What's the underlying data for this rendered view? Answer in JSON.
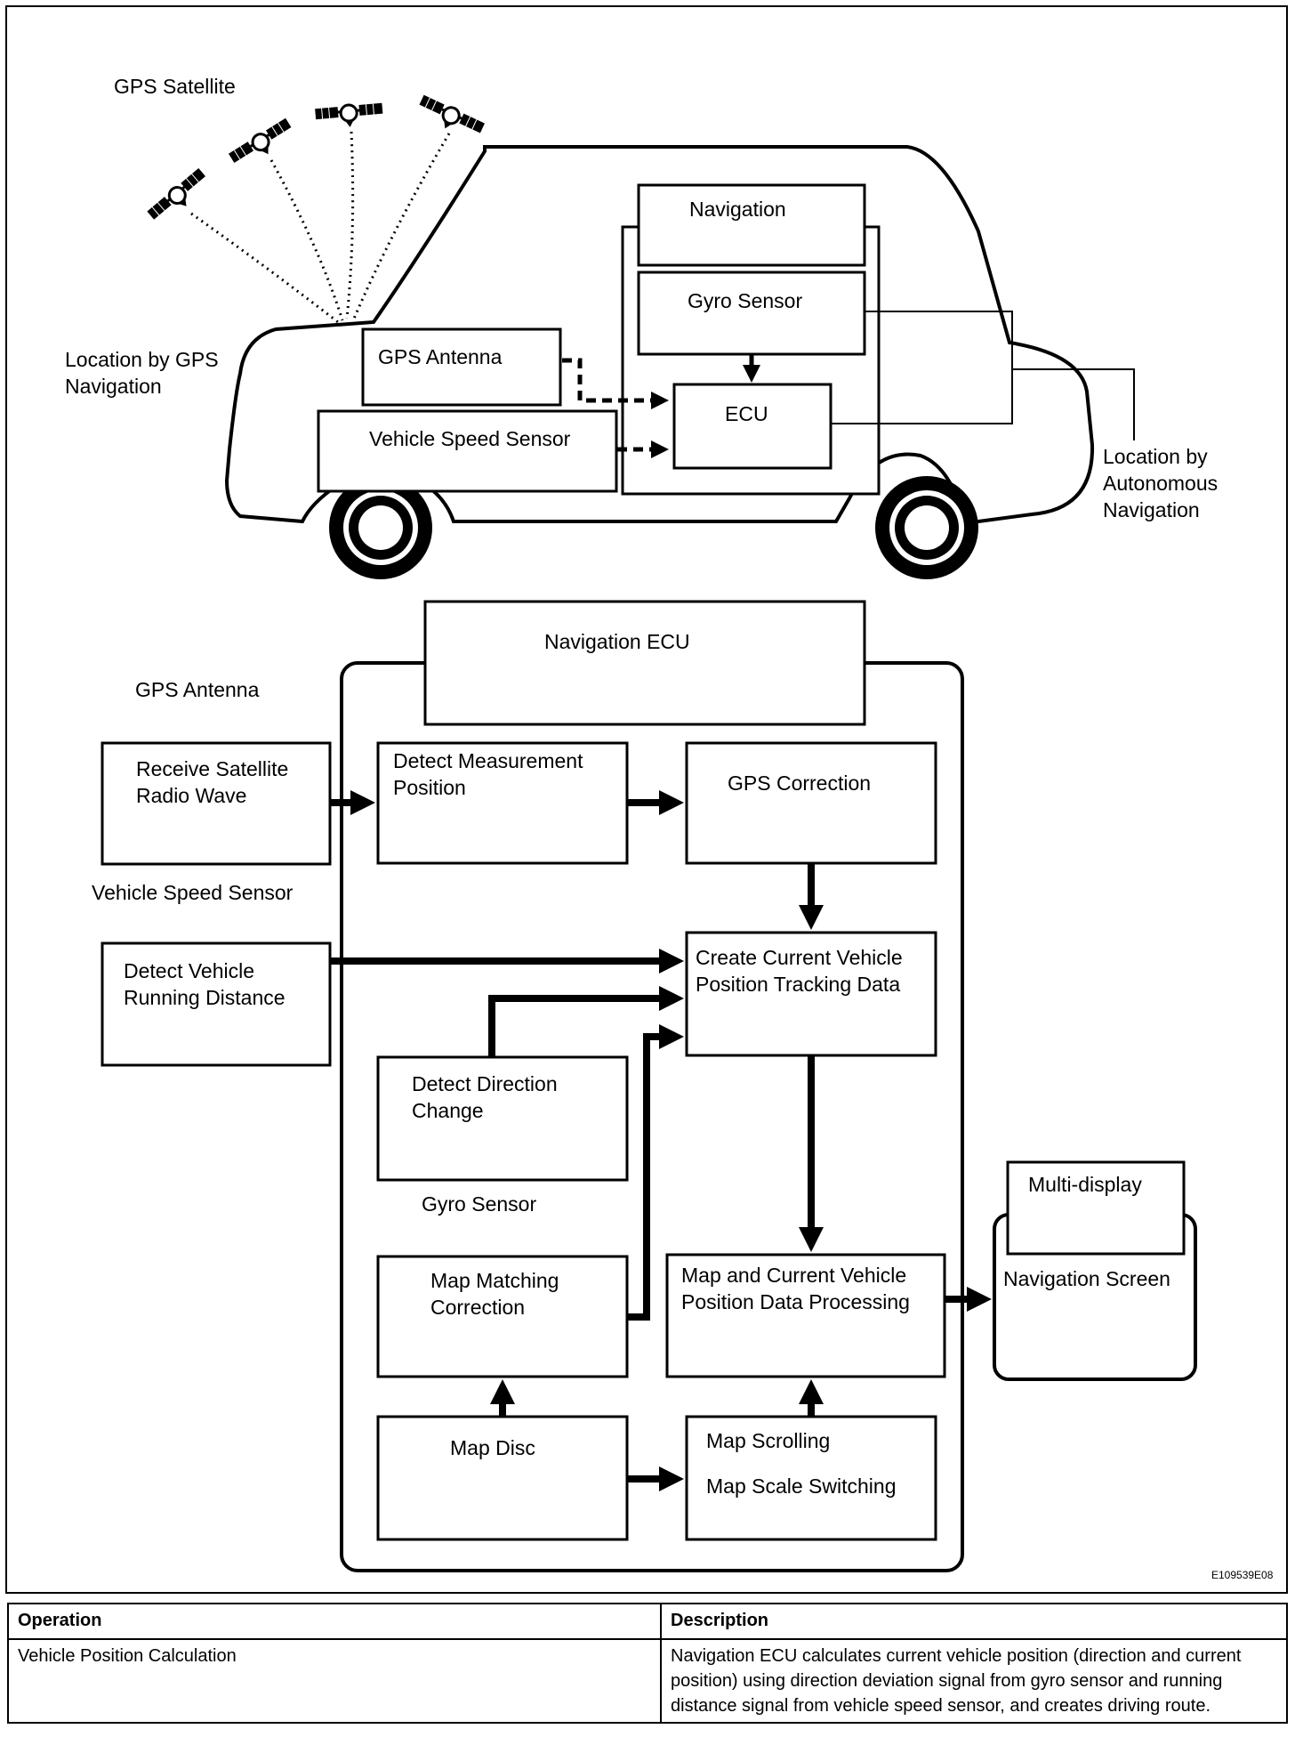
{
  "diagram": {
    "top": {
      "gps_satellite": "GPS Satellite",
      "location_by_gps": "Location by GPS\nNavigation",
      "gps_antenna": "GPS Antenna",
      "vehicle_speed_sensor": "Vehicle Speed Sensor",
      "navigation": "Navigation",
      "gyro_sensor": "Gyro Sensor",
      "ecu": "ECU",
      "location_by_autonomous": "Location by\nAutonomous\nNavigation"
    },
    "flow": {
      "navigation_ecu": "Navigation ECU",
      "gps_antenna_label": "GPS Antenna",
      "receive_satellite": "Receive Satellite\nRadio Wave",
      "detect_measurement": "Detect Measurement\nPosition",
      "gps_correction": "GPS Correction",
      "vehicle_speed_sensor_label": "Vehicle Speed Sensor",
      "detect_vehicle_running": "Detect Vehicle\nRunning Distance",
      "create_tracking": "Create Current Vehicle\nPosition Tracking Data",
      "detect_direction": "Detect Direction\nChange",
      "gyro_sensor_label": "Gyro Sensor",
      "map_matching": "Map Matching\nCorrection",
      "map_current_processing": "Map and Current Vehicle\nPosition Data Processing",
      "multi_display": "Multi-display",
      "navigation_screen": "Navigation Screen",
      "map_disc": "Map Disc",
      "map_scrolling": "Map Scrolling",
      "map_scale_switching": "Map Scale Switching"
    },
    "figure_code": "E109539E08"
  },
  "table": {
    "headers": [
      "Operation",
      "Description"
    ],
    "rows": [
      {
        "operation": "Vehicle Position Calculation",
        "description": "Navigation ECU calculates current vehicle position (direction and current position) using direction deviation signal from gyro sensor and running distance signal from vehicle speed sensor, and creates driving route."
      }
    ]
  }
}
